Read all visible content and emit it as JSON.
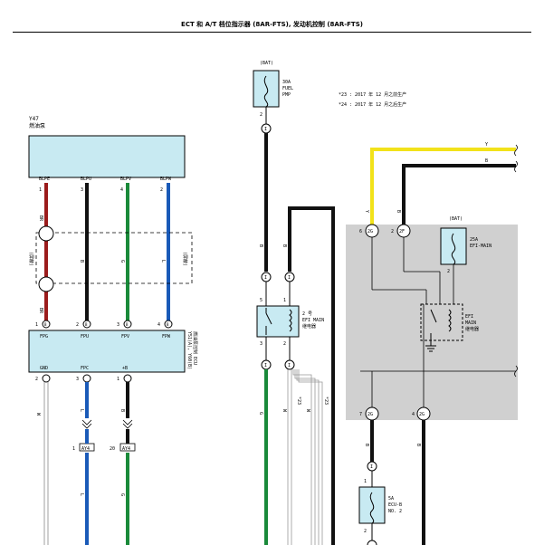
{
  "header": {
    "title": "ECT 和 A/T 档位指示器 (8AR-FTS), 发动机控制 (8AR-FTS)"
  },
  "notes": {
    "note_23": "*23 : 2017 年 12 月之前生产",
    "note_24": "*24 : 2017 年 12 月之后生产"
  },
  "components": {
    "fuel_pump": {
      "code": "Y47",
      "name": "燃油泵",
      "pins": [
        "BLPE",
        "BLPU",
        "BLPV",
        "BLPW"
      ],
      "pin_numbers": [
        "1",
        "3",
        "4",
        "2"
      ]
    },
    "shield_label": "(屏蔽)",
    "ecu": {
      "code": "Y51(A), Y60(B)",
      "name": "燃油泵控制 ECU",
      "top_pins": [
        "FPG",
        "FPU",
        "FPV",
        "FPW"
      ],
      "top_pin_numbers": [
        "1",
        "2",
        "3",
        "4"
      ],
      "top_prefix": "B",
      "bottom_pins": [
        "GND",
        "FPC",
        "+B"
      ],
      "bottom_pin_numbers": [
        "2",
        "3",
        "1"
      ],
      "bottom_prefix": "A"
    },
    "fuse_fuel_pmp": {
      "supply": "(BAT)",
      "rating": "30A",
      "name_line1": "FUEL",
      "name_line2": "PMP",
      "pin": "2"
    },
    "efi_main_relay_2": {
      "name_line1": "2 号",
      "name_line2": "EFI MAIN",
      "name_line3": "继电器",
      "pin_top_left": "5",
      "pin_top_right": "1",
      "pin_bottom_left": "3",
      "pin_bottom_right": "2"
    },
    "fuse_efi_main": {
      "supply": "(BAT)",
      "rating": "25A",
      "name": "EFI-MAIN",
      "pin": "2"
    },
    "efi_main_relay": {
      "name_line1": "EFI",
      "name_line2": "MAIN",
      "name_line3": "继电器"
    },
    "fuse_ecu_b": {
      "rating": "5A",
      "name_line1": "ECU-B",
      "name_line2": "NO. 2",
      "pin_top": "1",
      "pin_bottom": "2"
    },
    "junction_connectors": {
      "ay4": "AY4",
      "ay4_pin_left": "1",
      "ay4_pin_right": "20"
    }
  },
  "wires": {
    "colors": {
      "BR": "#9b1c1c",
      "B": "#111111",
      "G": "#1a8a3a",
      "L": "#1a5ab8",
      "Y": "#f2e21a",
      "W": "#999999"
    },
    "labels": {
      "br": "BR",
      "b": "B",
      "g": "G",
      "l": "L",
      "y": "Y",
      "w": "W"
    },
    "connector_i": "I",
    "connector_2g": "2G",
    "connector_2f": "2F",
    "connector_pins": {
      "six": "6",
      "two": "2",
      "seven": "7",
      "one": "1",
      "four": "4",
      "three": "3"
    },
    "star_23": "*23",
    "star_24": "*24"
  },
  "colors": {
    "component_fill": "#c8eaf2",
    "shaded_area": "#d0d0d0"
  }
}
